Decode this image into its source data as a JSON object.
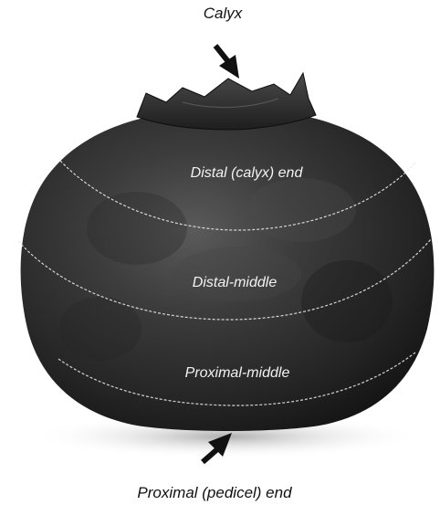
{
  "labels": {
    "top": "Calyx",
    "bottom": "Proximal (pedicel) end",
    "region_1": "Distal (calyx) end",
    "region_2": "Distal-middle",
    "region_3": "Proximal-middle"
  },
  "icons": {
    "top_arrow": "arrow-down-right-icon",
    "bottom_arrow": "arrow-up-right-icon"
  },
  "colors": {
    "background": "#ffffff",
    "berry_dark": "#1c1c1c",
    "berry_mid": "#3f3f3f",
    "seam": "#e8e8e8",
    "label_dark": "#111111",
    "label_light": "#f2f2f2"
  }
}
